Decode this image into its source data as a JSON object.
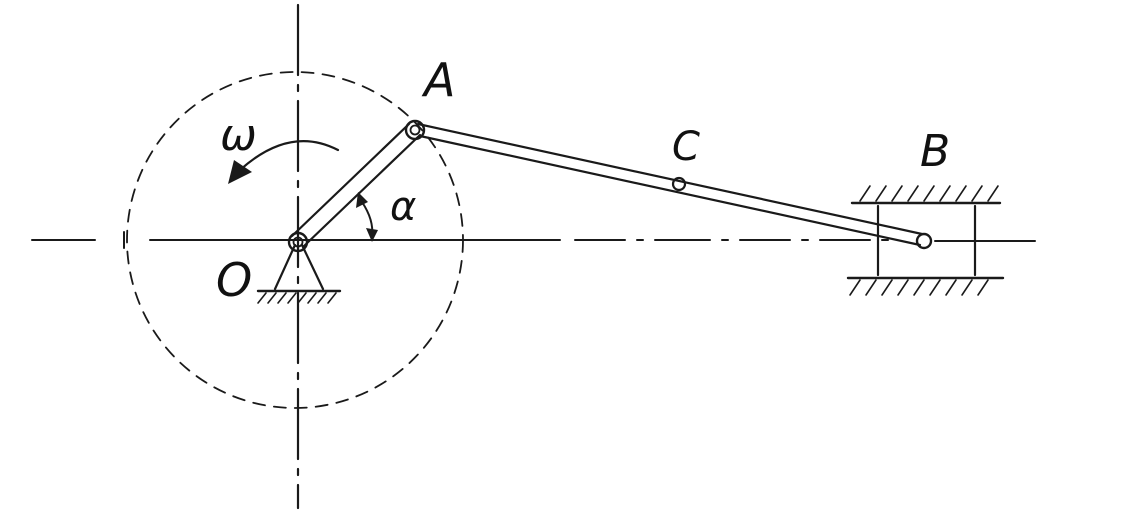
{
  "labels": {
    "pivot_o": "O",
    "joint_a": "A",
    "joint_b": "B",
    "point_c": "C",
    "omega": "ω",
    "alpha": "α"
  },
  "colors": {
    "ink": "#1a1a1a",
    "background": "#ffffff"
  }
}
